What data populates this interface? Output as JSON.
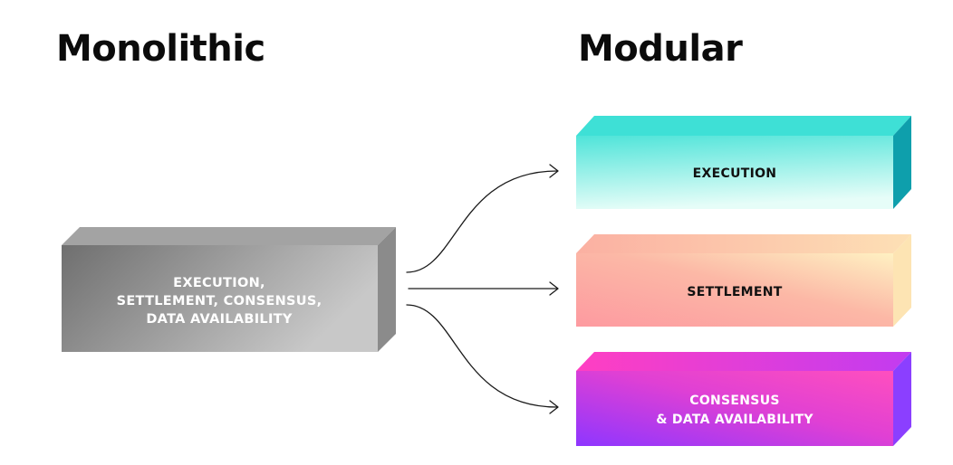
{
  "titles": {
    "left": "Monolithic",
    "right": "Modular"
  },
  "monolithic_block": {
    "lines": [
      "EXECUTION,",
      "SETTLEMENT, CONSENSUS,",
      "DATA AVAILABILITY"
    ],
    "colors": {
      "front_light": "#b9b9b9",
      "front_dark": "#6f6f6f",
      "top": "#9c9c9c",
      "side": "#8a8a8a"
    }
  },
  "modular_blocks": [
    {
      "id": "execution",
      "lines": [
        "EXECUTION"
      ],
      "colors": {
        "front_light": "#dffcf6",
        "front_dark": "#4fe4d9",
        "top": "#3ee0d6",
        "side": "#0e9fac"
      }
    },
    {
      "id": "settlement",
      "lines": [
        "SETTLEMENT"
      ],
      "colors": {
        "front_light": "#fef1c2",
        "front_dark": "#fd9aa0",
        "top": "#fbb9a4",
        "side": "#fde4b3"
      }
    },
    {
      "id": "consensus",
      "lines": [
        "CONSENSUS",
        "& DATA AVAILABILITY"
      ],
      "colors": {
        "front_light": "#ff45c4",
        "front_dark": "#8e36ff",
        "top": "#ff3fc2",
        "side": "#8b3fff"
      }
    }
  ],
  "arrows": [
    "monolithic-to-execution",
    "monolithic-to-settlement",
    "monolithic-to-consensus"
  ]
}
